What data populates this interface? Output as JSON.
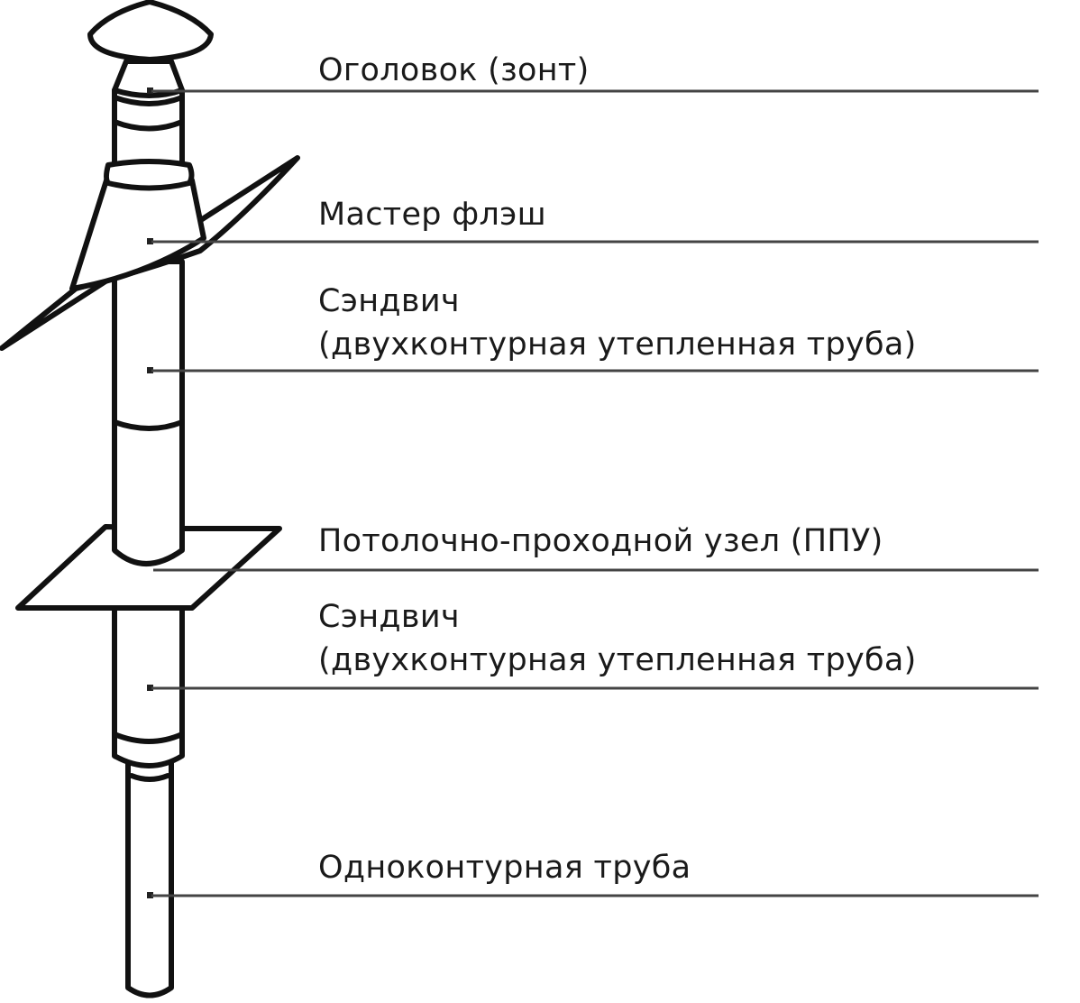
{
  "labels": {
    "cap": "Оголовок (зонт)",
    "master_flash": "Мастер флэш",
    "sandwich_upper_1": "Сэндвич",
    "sandwich_upper_2": "(двухконтурная утепленная труба)",
    "ppu": "Потолочно-проходной узел (ППУ)",
    "sandwich_lower_1": "Сэндвич",
    "sandwich_lower_2": "(двухконтурная утепленная труба)",
    "single_pipe": "Одноконтурная труба"
  }
}
